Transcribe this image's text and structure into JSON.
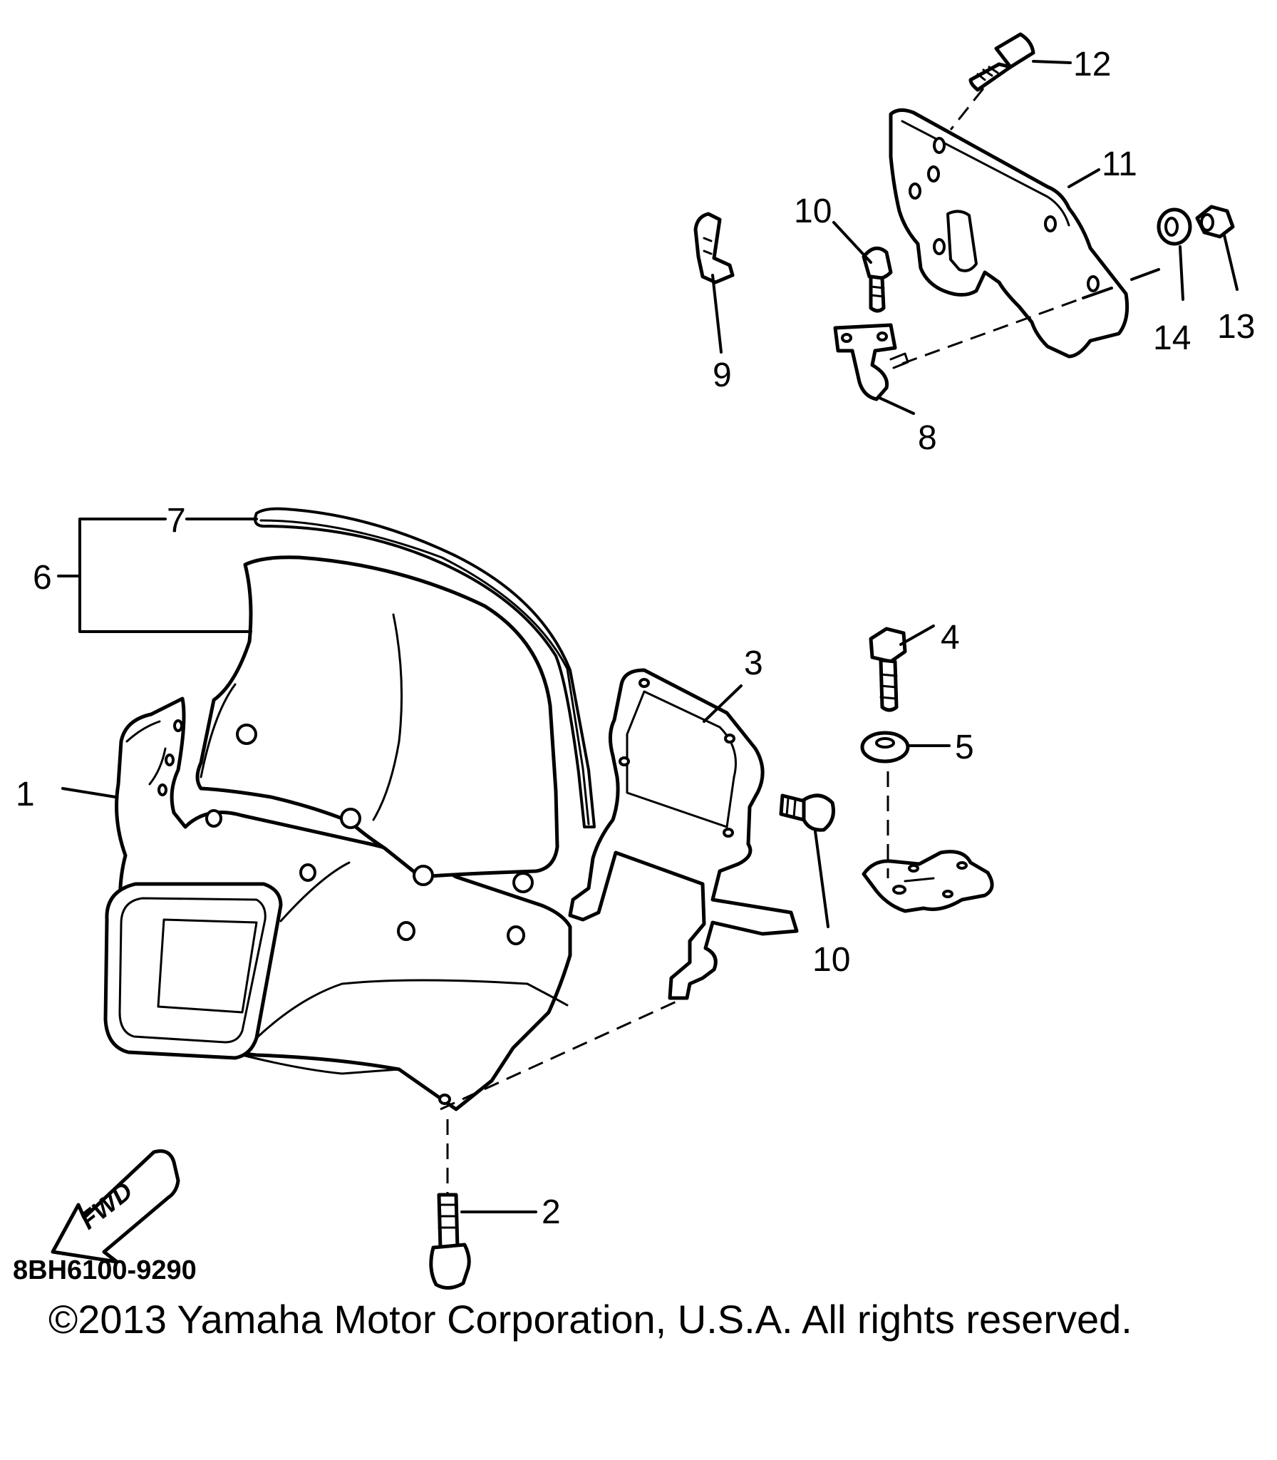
{
  "diagram": {
    "callouts": {
      "c1": "1",
      "c2": "2",
      "c3": "3",
      "c4": "4",
      "c5": "5",
      "c6": "6",
      "c7": "7",
      "c8": "8",
      "c9": "9",
      "c10a": "10",
      "c10b": "10",
      "c11": "11",
      "c12": "12",
      "c13": "13",
      "c14": "14"
    },
    "fwd_label": "FWD",
    "drawing_code": "8BH6100-9290",
    "copyright": "©2013 Yamaha Motor Corporation, U.S.A. All rights reserved."
  }
}
